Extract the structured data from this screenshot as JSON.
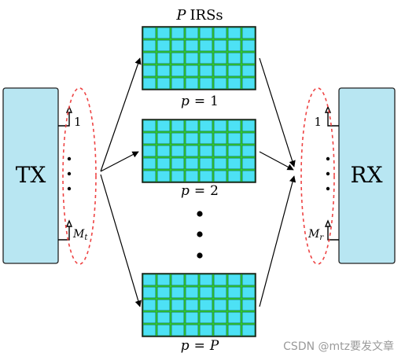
{
  "tx": {
    "label": "TX",
    "antenna_first": "1",
    "antenna_last_symbol": "M",
    "antenna_last_sub": "t"
  },
  "rx": {
    "label": "RX",
    "antenna_first": "1",
    "antenna_last_symbol": "M",
    "antenna_last_sub": "r"
  },
  "irs_title": {
    "symbol": "P",
    "text": "IRSs"
  },
  "irs_panels": [
    {
      "id": "1",
      "label_var": "p",
      "label_eq": "=",
      "label_val": "1",
      "label_val_italic": false
    },
    {
      "id": "2",
      "label_var": "p",
      "label_eq": "=",
      "label_val": "2",
      "label_val_italic": false
    },
    {
      "id": "P",
      "label_var": "p",
      "label_eq": "=",
      "label_val": "P",
      "label_val_italic": true
    }
  ],
  "grid": {
    "rows": 5,
    "cols": 8
  },
  "colors": {
    "tx_rx_fill": "#b8e6f2",
    "irs_cell": "#4de1f5",
    "irs_grid_line": "#2ecc2e",
    "ellipse": "#ee4444",
    "arrow": "#000000"
  },
  "watermark": "CSDN @mtz要发文章"
}
